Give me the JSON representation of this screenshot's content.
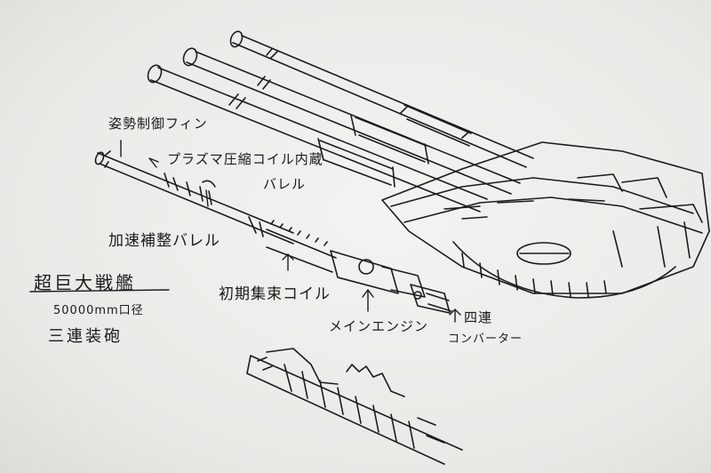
{
  "sketch": {
    "labels": {
      "attitude_fin": "姿勢制御フィン",
      "plasma_barrel_1": "プラズマ圧縮コイル内蔵",
      "plasma_barrel_2": "バレル",
      "accel_barrel": "加速補整バレル",
      "initial_coil": "初期集束コイル",
      "main_engine": "メインエンジン",
      "converter_1": "四連",
      "converter_2": "コンバーター"
    },
    "title": {
      "line1": "超巨大戦艦",
      "line2": "50000mm口径",
      "line3": "三連装砲"
    }
  }
}
